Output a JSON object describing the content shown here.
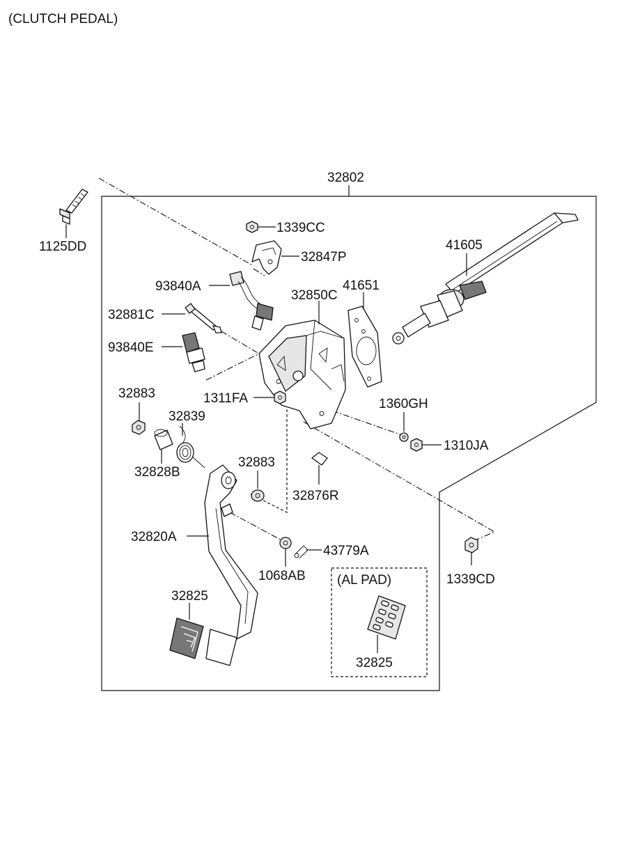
{
  "title": "(CLUTCH PEDAL)",
  "callouts": {
    "p32802": "32802",
    "p1125DD": "1125DD",
    "p1339CC": "1339CC",
    "p32847P": "32847P",
    "p41605": "41605",
    "p93840A": "93840A",
    "p41651": "41651",
    "p32850C": "32850C",
    "p32881C": "32881C",
    "p93840E": "93840E",
    "p32883a": "32883",
    "p1311FA": "1311FA",
    "p1360GH": "1360GH",
    "p32839": "32839",
    "p1310JA": "1310JA",
    "p32883b": "32883",
    "p32828B": "32828B",
    "p32876R": "32876R",
    "p32820A": "32820A",
    "p43779A": "43779A",
    "p1339CD": "1339CD",
    "p1068AB": "1068AB",
    "p32825a": "32825",
    "p32825b": "32825"
  },
  "al_pad_label": "(AL PAD)"
}
